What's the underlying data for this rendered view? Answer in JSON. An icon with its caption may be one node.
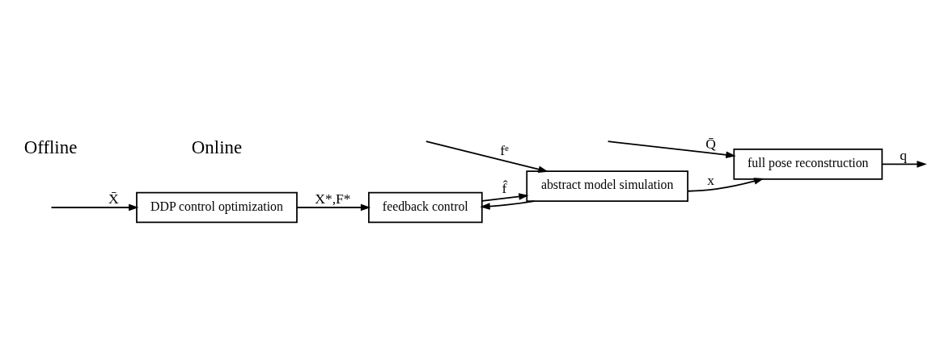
{
  "diagram": {
    "nodes": [
      {
        "text": [
          "DDP control optimization"
        ]
      },
      {
        "text": [
          "feedback control"
        ]
      },
      {
        "text": [
          "abstract model simulation"
        ]
      },
      {
        "text": [
          "full pose reconstruction"
        ]
      }
    ],
    "edges": [
      {
        "from": null,
        "to": 0,
        "arrow": "to",
        "label": "X̄"
      },
      {
        "from": 0,
        "to": 1,
        "arrow": "to",
        "label": "X*,F*"
      },
      {
        "from": 1,
        "to": 2,
        "arrow": "to",
        "label": "f̂"
      },
      {
        "from": null,
        "to": 2,
        "arrow": "to",
        "label": "fᵉ"
      },
      {
        "from": 2,
        "to": 3,
        "arrow": "to",
        "label": "x"
      },
      {
        "from": 2,
        "to": 1,
        "arrow": "to"
      },
      {
        "from": null,
        "to": 3,
        "arrow": "to",
        "label": "Q̄"
      },
      {
        "from": 3,
        "to": null,
        "arrow": "to",
        "label": "q"
      }
    ],
    "labels": [
      "Offline",
      "Online"
    ]
  }
}
